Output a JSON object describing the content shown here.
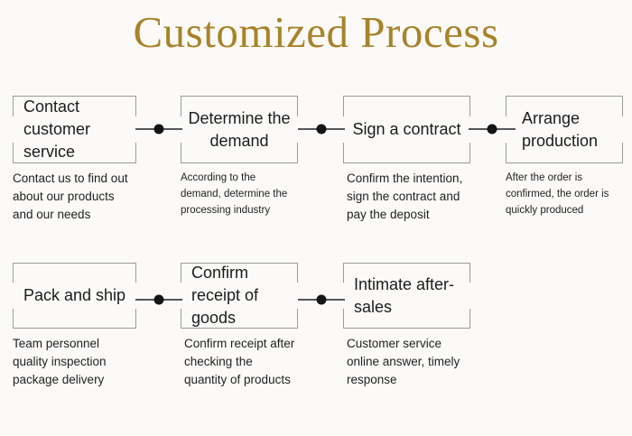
{
  "title": "Customized Process",
  "theme": {
    "background": "#fbfaf8",
    "title_color": "#a8832a",
    "box_border": "#9b9b99",
    "text_color": "#1c1c1c",
    "connector_line": "#55565a",
    "connector_dot": "#141414"
  },
  "steps": [
    {
      "title": "Contact customer service",
      "description": "Contact us to find out about our products and our needs"
    },
    {
      "title": "Determine the demand",
      "description": "According to the demand, determine the processing industry"
    },
    {
      "title": "Sign a contract",
      "description": "Confirm the intention, sign the contract and pay the deposit"
    },
    {
      "title": "Arrange production",
      "description": "After the order is confirmed, the order is quickly produced"
    },
    {
      "title": "Pack and ship",
      "description": "Team personnel quality inspection package delivery"
    },
    {
      "title": "Confirm receipt of goods",
      "description": "Confirm receipt after checking the quantity of products"
    },
    {
      "title": "Intimate after-sales",
      "description": "Customer service online answer, timely response"
    }
  ],
  "connectors": [
    {
      "from": "Contact customer service",
      "to": "Determine the demand",
      "marker": "dot"
    },
    {
      "from": "Determine the demand",
      "to": "Sign a contract",
      "marker": "dot"
    },
    {
      "from": "Sign a contract",
      "to": "Arrange production",
      "marker": "dot"
    },
    {
      "from": "Pack and ship",
      "to": "Confirm receipt of goods",
      "marker": "dot"
    },
    {
      "from": "Confirm receipt of goods",
      "to": "Intimate after-sales",
      "marker": "dot"
    }
  ]
}
